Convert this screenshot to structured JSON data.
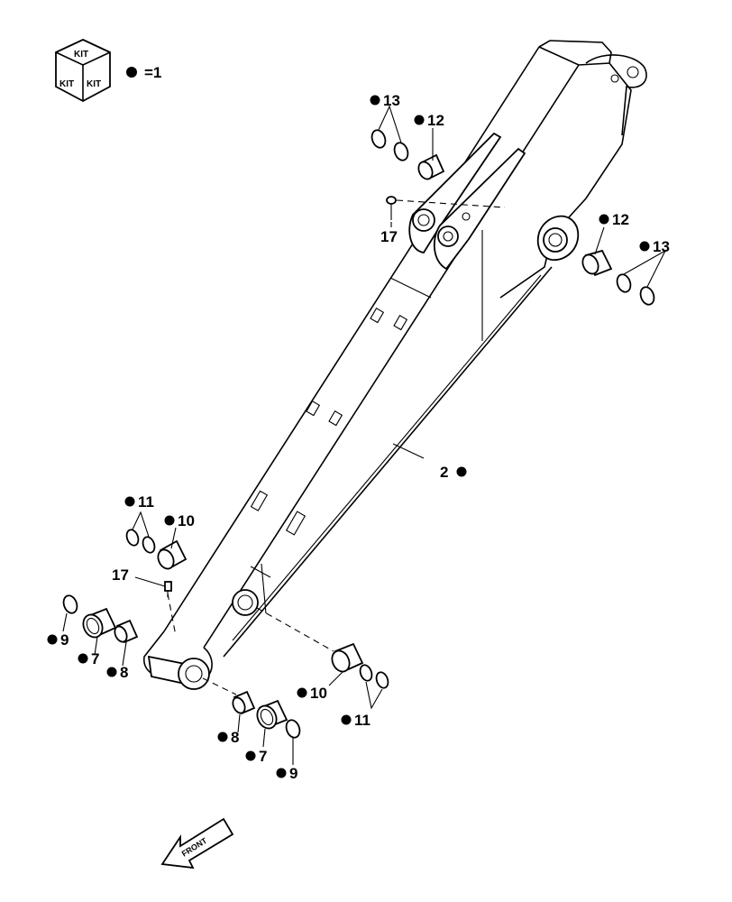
{
  "legend": {
    "kit_top": "KIT",
    "kit_left": "KIT",
    "kit_right": "KIT",
    "legend_text": "=1",
    "bullet": "●"
  },
  "front_arrow": {
    "label": "FRONT"
  },
  "callouts": {
    "c13_top": "13",
    "c12_top": "12",
    "c17_top": "17",
    "c12_right": "12",
    "c13_right": "13",
    "c2": "2",
    "c11_left": "11",
    "c10_left": "10",
    "c17_left": "17",
    "c9_left": "9",
    "c7_left": "7",
    "c8_left": "8",
    "c10_right": "10",
    "c11_right": "11",
    "c8_bottom": "8",
    "c7_bottom": "7",
    "c9_bottom": "9"
  }
}
